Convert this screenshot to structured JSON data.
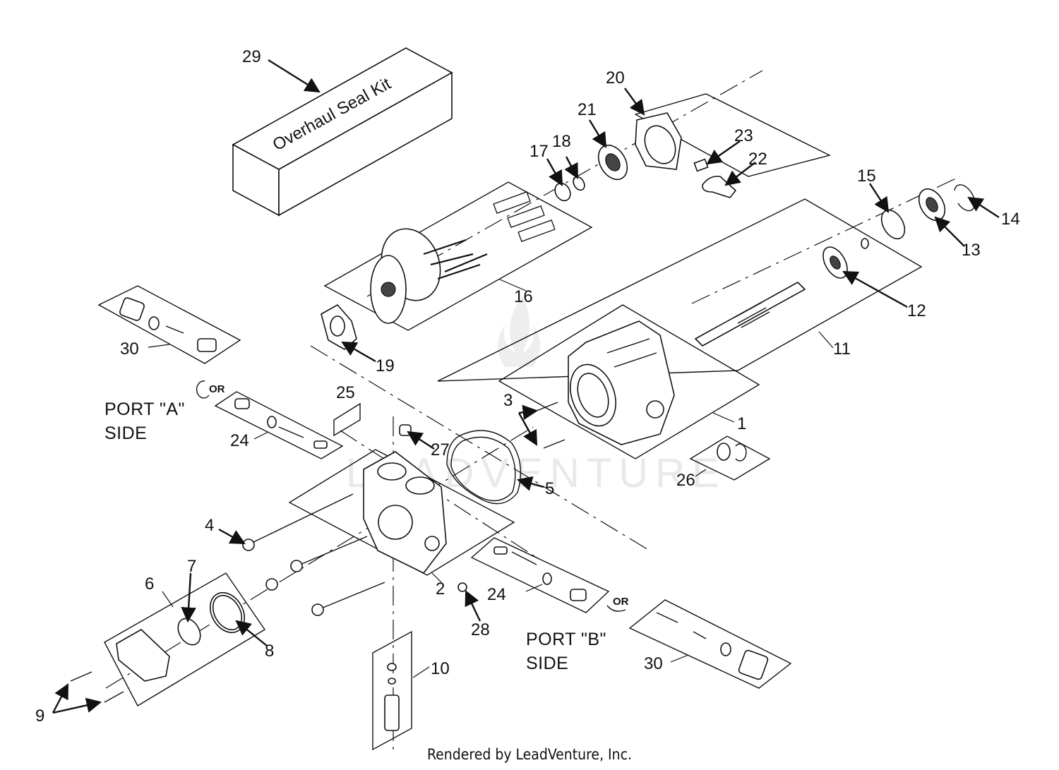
{
  "diagram": {
    "kit_label": "Overhaul Seal Kit",
    "port_a_line1": "PORT \"A\"",
    "port_a_line2": "SIDE",
    "port_b_line1": "PORT \"B\"",
    "port_b_line2": "SIDE",
    "or_label": "OR",
    "watermark": "LEADVENTURE",
    "footer": "Rendered by LeadVenture, Inc.",
    "callouts": {
      "c1": "1",
      "c2": "2",
      "c3": "3",
      "c4": "4",
      "c5": "5",
      "c6": "6",
      "c7": "7",
      "c8": "8",
      "c9": "9",
      "c10": "10",
      "c11": "11",
      "c12": "12",
      "c13": "13",
      "c14": "14",
      "c15": "15",
      "c16": "16",
      "c17": "17",
      "c18": "18",
      "c19": "19",
      "c20": "20",
      "c21": "21",
      "c22": "22",
      "c23": "23",
      "c24a": "24",
      "c24b": "24",
      "c25": "25",
      "c26": "26",
      "c27": "27",
      "c28": "28",
      "c29": "29",
      "c30a": "30",
      "c30b": "30"
    }
  }
}
